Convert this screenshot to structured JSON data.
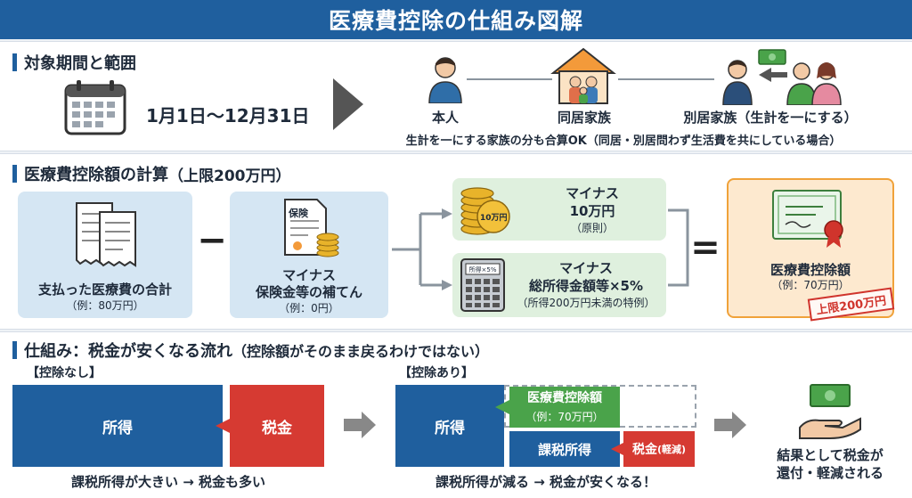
{
  "title": "医療費控除の仕組み図解",
  "section1": {
    "heading": "対象期間と範囲",
    "period": "1月1日〜12月31日",
    "self_label": "本人",
    "cohabiting_label": "同居家族",
    "separate_label": "別居家族（生計を一にする）",
    "note": "生計を一にする家族の分も合算OK（同居・別居問わず生活費を共にしている場合）"
  },
  "section2": {
    "heading": "医療費控除額の計算",
    "heading_sub": "（上限200万円）",
    "paid_label": "支払った医療費の合計",
    "paid_example": "（例：80万円）",
    "insurance_doc": "保険",
    "insurance_label1": "マイナス",
    "insurance_label2": "保険金等の補てん",
    "insurance_example": "（例：0円）",
    "minus_symbol": "−",
    "coin_text": "10万円",
    "opt1_line1": "マイナス",
    "opt1_line2": "10万円",
    "opt1_line3": "（原則）",
    "calc_text": "所得×5%",
    "opt2_line1": "マイナス",
    "opt2_line2": "総所得金額等×5%",
    "opt2_line3": "（所得200万円未満の特例）",
    "equals_symbol": "=",
    "result_label": "医療費控除額",
    "result_example": "（例：70万円）",
    "limit_stamp": "上限200万円"
  },
  "section3": {
    "heading": "仕組み：税金が安くなる流れ",
    "heading_sub": "（控除額がそのまま戻るわけではない）",
    "without_label": "【控除なし】",
    "with_label": "【控除あり】",
    "income": "所得",
    "tax": "税金",
    "without_caption": "課税所得が大きい → 税金も多い",
    "deduction_box1": "医療費控除額",
    "deduction_box2": "（例：70万円）",
    "taxable_income": "課税所得",
    "tax_reduced": "税金",
    "tax_reduced_sub": "(軽減)",
    "with_caption": "課税所得が減る → 税金が安くなる！",
    "result_line1": "結果として税金が",
    "result_line2": "還付・軽減される"
  },
  "colors": {
    "header": "#1f5f9e",
    "income_blue": "#1f5f9e",
    "tax_red": "#d63a32",
    "deduction_green": "#4aa34a"
  }
}
